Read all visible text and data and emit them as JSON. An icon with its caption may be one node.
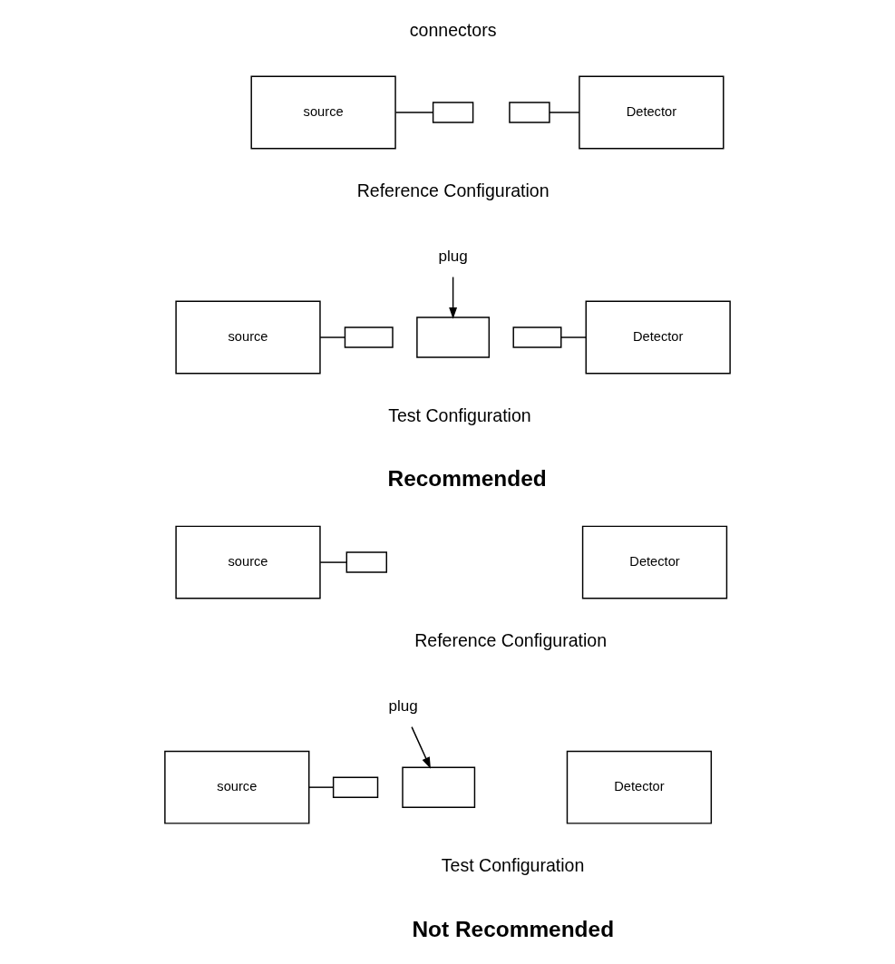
{
  "diagram": {
    "nodes": [
      {
        "text": [
          "source"
        ]
      },
      {
        "text": [],
        "shape": "box"
      },
      {
        "text": [],
        "shape": "box"
      },
      {
        "text": [
          "Detector"
        ]
      },
      {
        "text": [
          "plug"
        ]
      },
      {
        "text": [
          "source"
        ]
      },
      {
        "text": [],
        "shape": "box"
      },
      {
        "text": [],
        "shape": "box"
      },
      {
        "text": [],
        "shape": "box"
      },
      {
        "text": [
          "Detector"
        ]
      },
      {
        "text": [
          "source"
        ]
      },
      {
        "text": [],
        "shape": "box"
      },
      {
        "text": [
          "Detector"
        ]
      },
      {
        "text": [
          "plug"
        ]
      },
      {
        "text": [
          "source"
        ]
      },
      {
        "text": [],
        "shape": "box"
      },
      {
        "text": [],
        "shape": "box"
      },
      {
        "text": [
          "Detector"
        ]
      }
    ],
    "edges": [
      {
        "from": 0,
        "to": 1,
        "arrow": "none"
      },
      {
        "from": 2,
        "to": 3,
        "arrow": "none"
      },
      {
        "from": 4,
        "to": 7,
        "arrow": "to"
      },
      {
        "from": 5,
        "to": 6,
        "arrow": "none"
      },
      {
        "from": 8,
        "to": 9,
        "arrow": "none"
      },
      {
        "from": 10,
        "to": 11,
        "arrow": "none"
      },
      {
        "from": 13,
        "to": 16,
        "arrow": "to"
      },
      {
        "from": 14,
        "to": 15,
        "arrow": "none"
      }
    ],
    "labels": [
      "connectors",
      "Reference Configuration",
      "Test Configuration",
      "Recommended",
      "Reference Configuration",
      "Test Configuration",
      "Not Recommended"
    ]
  }
}
